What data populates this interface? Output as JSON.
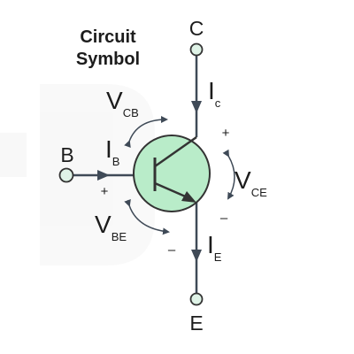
{
  "title": [
    "Circuit",
    "Symbol"
  ],
  "terminals": {
    "collector": "C",
    "base": "B",
    "emitter": "E"
  },
  "currents": {
    "collector": {
      "main": "I",
      "sub": "c"
    },
    "base": {
      "main": "I",
      "sub": "B"
    },
    "emitter": {
      "main": "I",
      "sub": "E"
    }
  },
  "voltages": {
    "vcb": {
      "main": "V",
      "sub": "CB"
    },
    "vbe": {
      "main": "V",
      "sub": "BE"
    },
    "vce": {
      "main": "V",
      "sub": "CE"
    }
  },
  "polarity": {
    "plus": "+",
    "minus": "–"
  },
  "colors": {
    "line": "#3f4a57",
    "transistor_fill": "#b9ecc9",
    "transistor_stroke": "#333333",
    "terminal_fill": "#dff3e7",
    "text": "#1c1c1c"
  }
}
